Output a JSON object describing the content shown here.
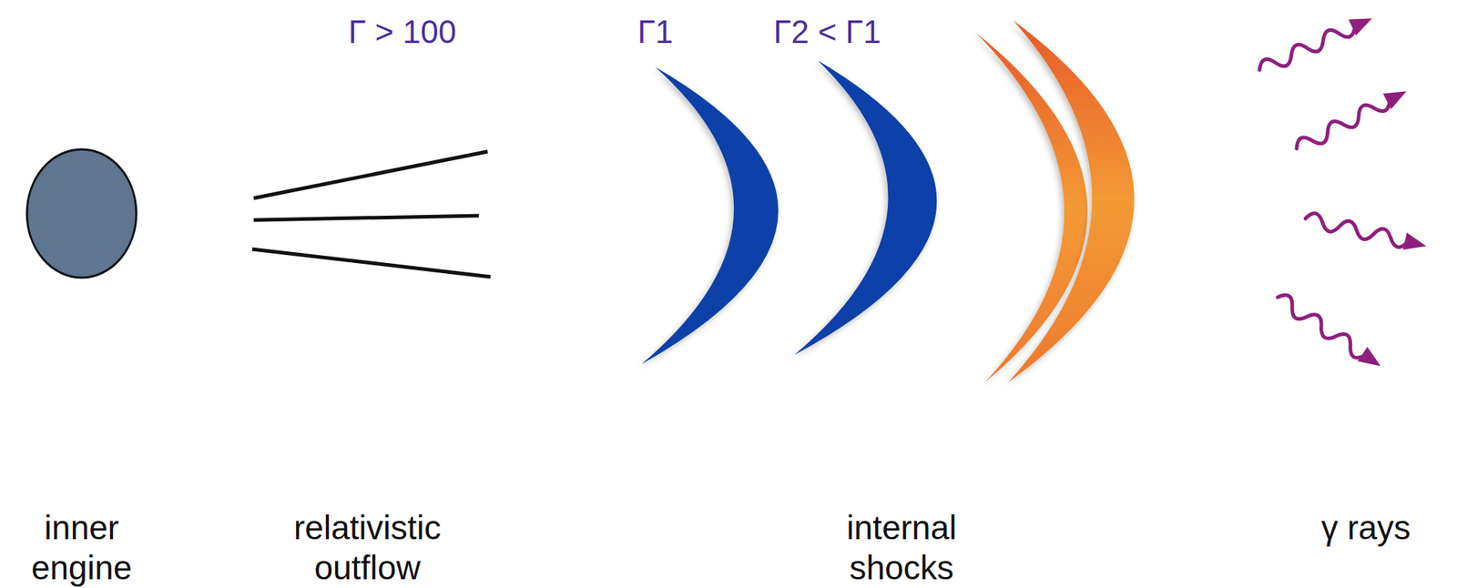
{
  "diagram": {
    "labels": [
      "Γ > 100",
      "Γ1",
      "Γ2 < Γ1",
      "inner engine",
      "relativistic outflow",
      "internal shocks",
      "γ rays"
    ]
  }
}
